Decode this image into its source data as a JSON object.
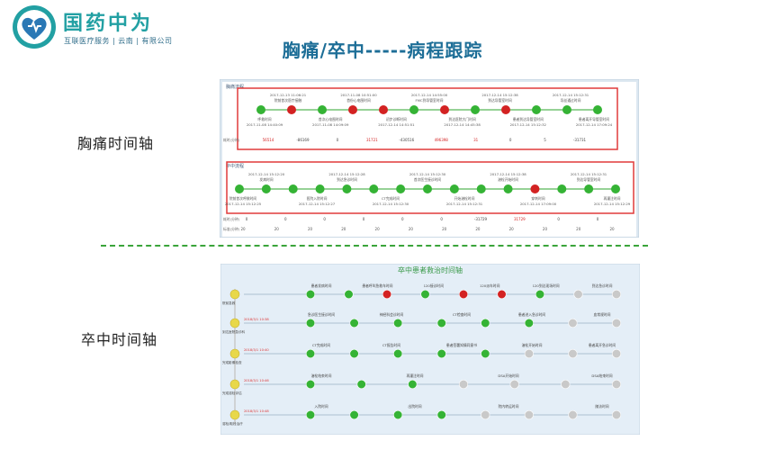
{
  "logo": {
    "name": "国药中为",
    "subtitle": "互联医疗服务 | 云南 | 有限公司"
  },
  "title": "胸痛/卒中-----病程跟踪",
  "sections": {
    "chest_pain": {
      "label": "胸痛时间轴"
    },
    "stroke": {
      "label": "卒中时间轴"
    }
  },
  "chest_panel": {
    "top_tag": "胸痛流程",
    "mid_tag": "卒中流程",
    "row1": {
      "times_top": [
        "2017-12-13 11:06:21",
        "2017-11-08 10:51:00",
        "2017-12-14 14:55:00",
        "2017-12-14 15:12:38",
        "2017-12-14 15:12:31"
      ],
      "labels_top": [
        "院前首次医疗接触",
        "首份心电图时间",
        "FMC到导管室时间",
        "到达导管室时间",
        "导丝通过时间"
      ],
      "labels_bottom": [
        "呼救时间",
        "首次心电图时间",
        "初步诊断时间",
        "到达医院大门时间",
        "患者到达导管室时间",
        "患者离开导管室时间"
      ],
      "times_bottom": [
        "2017-11-08 14:40:09",
        "2017-11-08 14:09:09",
        "2017-12-14 14:51:51",
        "2017-12-14 14:45:38",
        "2017-12-14 15:12:32",
        "2017-12-14 17:09:24"
      ],
      "node_colors": [
        "green",
        "red",
        "green",
        "red",
        "red",
        "green",
        "red",
        "green",
        "red",
        "green",
        "green",
        "green"
      ],
      "stat_header": "耗时(分钟)",
      "stats": [
        "56514",
        "-86169",
        "0",
        "31721",
        "-430516",
        "496398",
        "31",
        "0",
        "5",
        "-31731"
      ],
      "stat_colors": [
        "red",
        "black",
        "black",
        "red",
        "black",
        "red",
        "red",
        "black",
        "black",
        "black"
      ]
    },
    "row2": {
      "times_top": [
        "2017-12-14 15:12:20",
        "2017-12-14 15:12:28",
        "2017-12-14 15:12:30",
        "2017-12-14 15:12:38",
        "2017-12-14 15:12:31"
      ],
      "labels_top": [
        "发病时间",
        "到达急诊时间",
        "首次医生接诊时间",
        "溶栓开始时间",
        "到达导管室时间"
      ],
      "labels_bottom": [
        "院前首次呼救时间",
        "医院入院时间",
        "CT完成时间",
        "开始溶栓时间",
        "穿刺时间",
        "再灌注时间"
      ],
      "times_bottom": [
        "2017-12-14 15:12:25",
        "2017-12-14 15:12:27",
        "2017-12-14 15:12:30",
        "2017-12-14 15:12:31",
        "2017-12-14 17:09:00",
        "2017-12-14 15:12:29"
      ],
      "node_colors": [
        "green",
        "green",
        "green",
        "green",
        "green",
        "green",
        "green",
        "green",
        "green",
        "green",
        "green",
        "red",
        "green",
        "green",
        "green"
      ],
      "stat_header": "耗时(分钟)",
      "stats": [
        "0",
        "0",
        "0",
        "0",
        "0",
        "0",
        "-31729",
        "31729",
        "0",
        "0"
      ],
      "stat_colors": [
        "black",
        "black",
        "black",
        "black",
        "black",
        "black",
        "black",
        "red",
        "black",
        "black"
      ],
      "count_header": "标准(分钟)",
      "counts": [
        "20",
        "20",
        "20",
        "20",
        "20",
        "20",
        "20",
        "20",
        "20",
        "20",
        "20",
        "20"
      ]
    }
  },
  "stroke_panel": {
    "header": "卒中患者救治时间轴",
    "left_nodes": [
      {
        "color": "#e8d84a",
        "label": "院前急救"
      },
      {
        "color": "#e8d84a",
        "label": "到达医院急诊科"
      },
      {
        "color": "#e8d84a",
        "label": "完成影像检查"
      },
      {
        "color": "#e8d84a",
        "label": "完成溶栓评估"
      },
      {
        "color": "#e8d84a",
        "label": "溶栓/取栓治疗"
      }
    ],
    "left_times": [
      "",
      "2018/3/1 10:38",
      "2018/3/1 10:40",
      "2018/3/1 10:46",
      "2018/3/1 10:48"
    ],
    "rows": [
      {
        "colors": [
          "green",
          "green",
          "red",
          "green",
          "red",
          "red",
          "green",
          "gray",
          "gray"
        ],
        "texts": [
          "患者发病时间",
          "患者呼叫急救车时间",
          "120接诊时间",
          "120派车时间",
          "120到达现场时间",
          "到达急诊时间"
        ]
      },
      {
        "colors": [
          "green",
          "green",
          "green",
          "green",
          "green",
          "green",
          "gray",
          "gray"
        ],
        "texts": [
          "急诊医生接诊时间",
          "神经科会诊时间",
          "CT检查时间",
          "患者进入急诊时间",
          "血常规时间"
        ]
      },
      {
        "colors": [
          "green",
          "green",
          "green",
          "green",
          "green",
          "gray",
          "gray",
          "gray"
        ],
        "texts": [
          "CT完成时间",
          "CT报告时间",
          "患者签署知情同意书",
          "溶栓开始时间",
          "患者离开急诊时间"
        ]
      },
      {
        "colors": [
          "green",
          "green",
          "green",
          "gray",
          "gray",
          "gray",
          "gray"
        ],
        "texts": [
          "溶栓结束时间",
          "再灌注时间",
          "DSA开始时间",
          "DSA结束时间"
        ]
      },
      {
        "colors": [
          "green",
          "green",
          "green",
          "green",
          "gray",
          "gray",
          "gray",
          "gray"
        ],
        "texts": [
          "入院时间",
          "出院时间",
          "院内转运时间",
          "随访时间"
        ]
      }
    ]
  }
}
